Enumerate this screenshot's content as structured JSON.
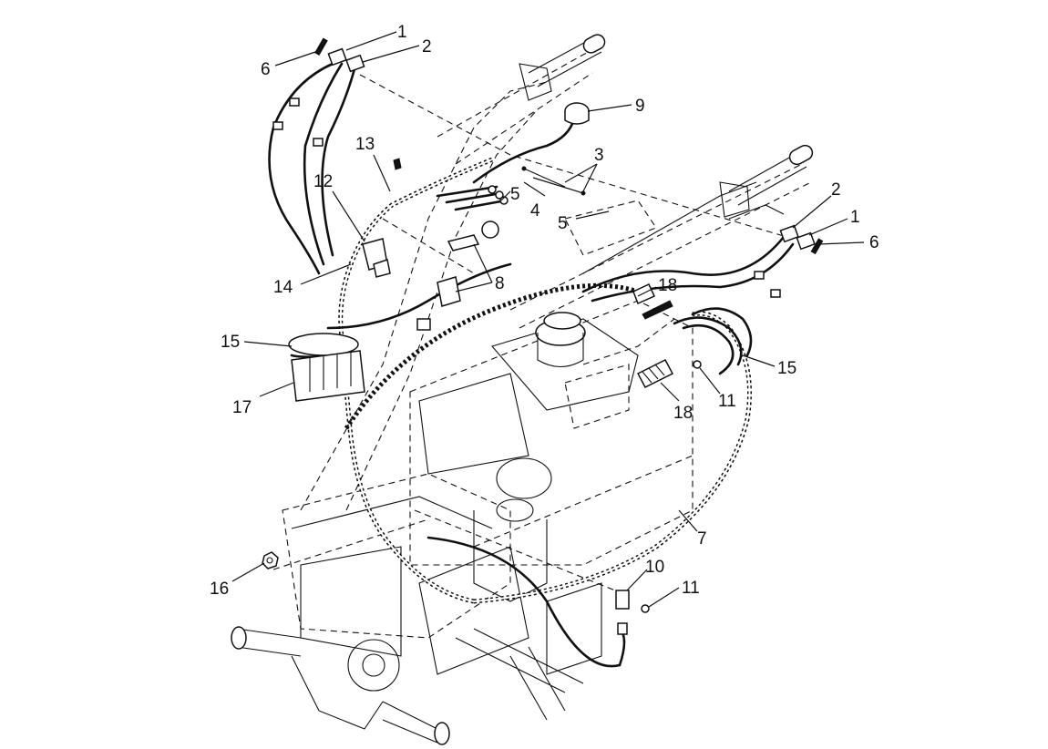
{
  "diagram": {
    "callouts": [
      {
        "id": "c1a",
        "label": "1"
      },
      {
        "id": "c2a",
        "label": "2"
      },
      {
        "id": "c6a",
        "label": "6"
      },
      {
        "id": "c9",
        "label": "9"
      },
      {
        "id": "c3",
        "label": "3"
      },
      {
        "id": "c13",
        "label": "13"
      },
      {
        "id": "c12",
        "label": "12"
      },
      {
        "id": "c5a",
        "label": "5"
      },
      {
        "id": "c4",
        "label": "4"
      },
      {
        "id": "c5b",
        "label": "5"
      },
      {
        "id": "c2b",
        "label": "2"
      },
      {
        "id": "c1b",
        "label": "1"
      },
      {
        "id": "c6b",
        "label": "6"
      },
      {
        "id": "c8",
        "label": "8"
      },
      {
        "id": "c14",
        "label": "14"
      },
      {
        "id": "c18a",
        "label": "18"
      },
      {
        "id": "c15a",
        "label": "15"
      },
      {
        "id": "c15b",
        "label": "15"
      },
      {
        "id": "c17",
        "label": "17"
      },
      {
        "id": "c11a",
        "label": "11"
      },
      {
        "id": "c18b",
        "label": "18"
      },
      {
        "id": "c7",
        "label": "7"
      },
      {
        "id": "c10",
        "label": "10"
      },
      {
        "id": "c11b",
        "label": "11"
      },
      {
        "id": "c16",
        "label": "16"
      }
    ]
  }
}
